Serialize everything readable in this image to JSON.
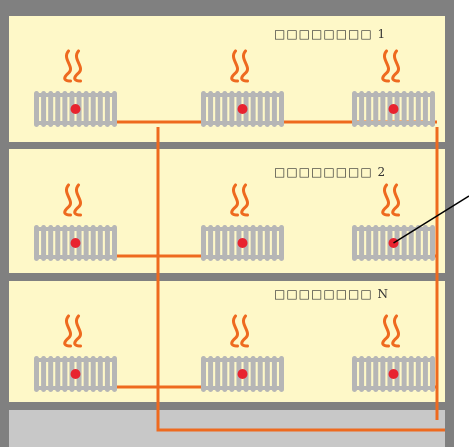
{
  "floors": [
    {
      "label": "□□□□□□□□ 1",
      "radiator_count": 3
    },
    {
      "label": "□□□□□□□□ 2",
      "radiator_count": 3
    },
    {
      "label": "□□□□□□□□ N",
      "radiator_count": 3
    }
  ],
  "icons": {
    "heat_wave": "heat-wave-icon",
    "radiator": "radiator-icon",
    "valve": "valve-dot"
  },
  "colors": {
    "wall": "#808080",
    "floor_fill": "#fef8c8",
    "basement": "#c8c8c8",
    "radiator": "#b6b6b6",
    "pipe": "#ee6a1f",
    "heat_wave": "#ee6a1f",
    "valve": "#e8232f",
    "pointer": "#000000"
  }
}
